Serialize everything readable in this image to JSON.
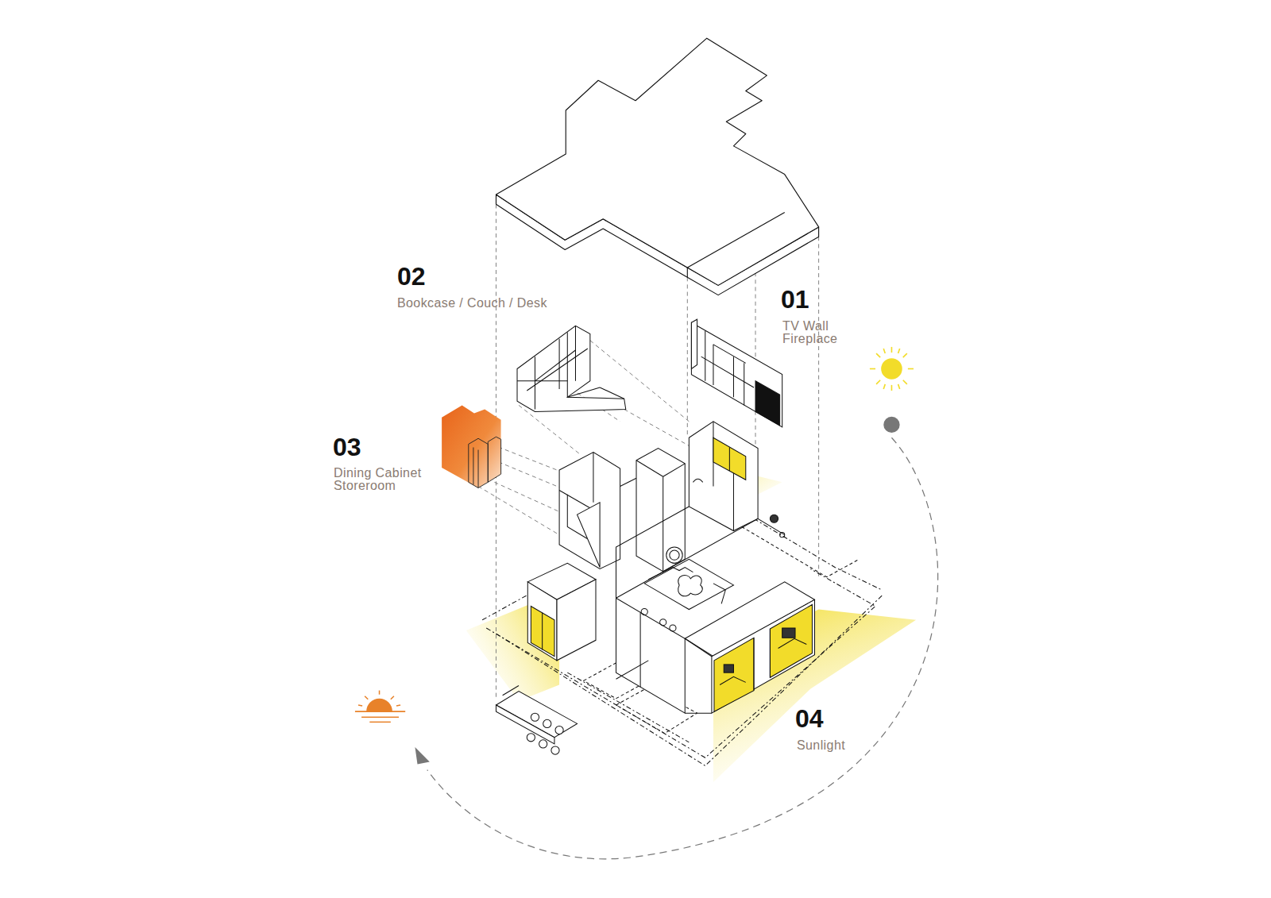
{
  "diagram": {
    "labels": [
      "02",
      "Bookcase / Couch / Desk",
      "01",
      "TV Wall Fireplace",
      "03",
      "Dining Cabinet Storeroom",
      "04",
      "Sunlight"
    ]
  }
}
